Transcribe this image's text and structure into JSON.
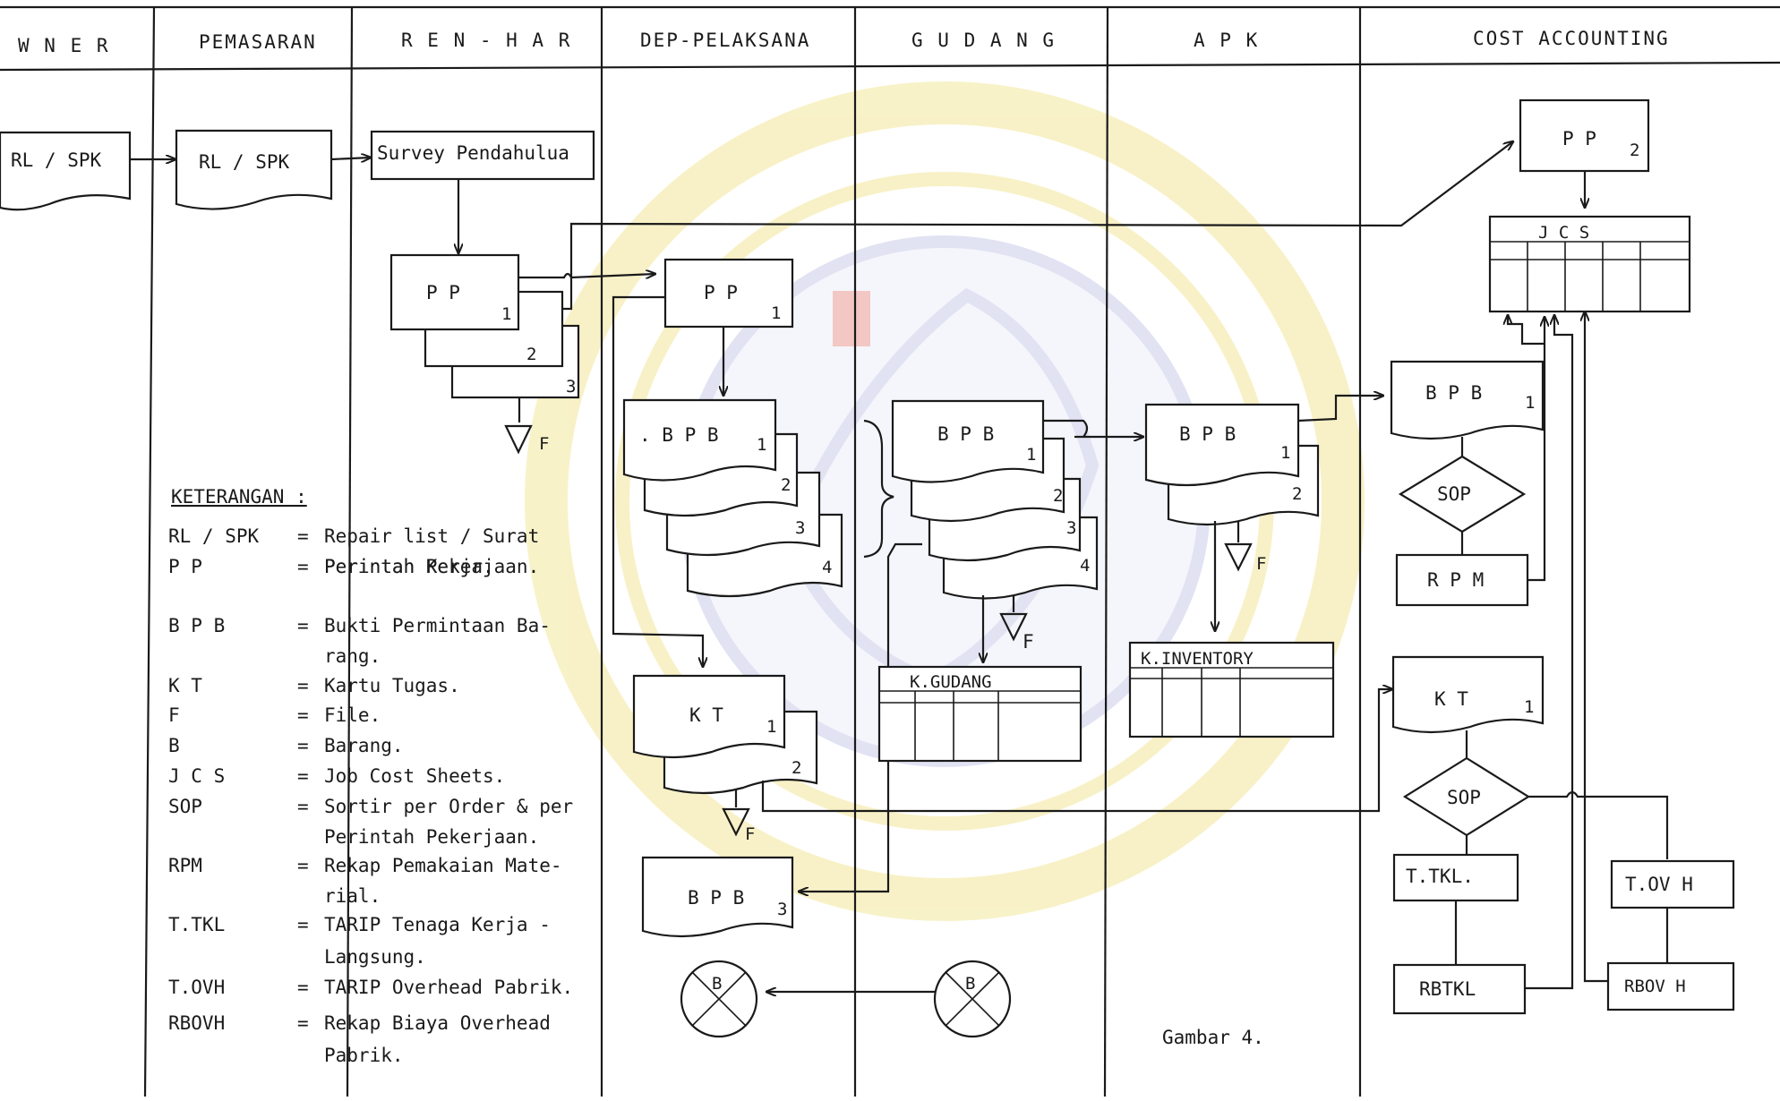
{
  "lanes": {
    "owner": "W N E R",
    "pemasaran": "PEMASARAN",
    "ren_har": "R E N - H A R",
    "dep_pelaksana": "DEP-PELAKSANA",
    "gudang": "G U D A N G",
    "apk": "A P K",
    "cost_accounting": "COST ACCOUNTING"
  },
  "nodes": {
    "owner_rl_spk": "RL / SPK",
    "pemasaran_rl_spk": "RL / SPK",
    "survey": "Survey Pendahulua",
    "renhar_pp": "P P",
    "renhar_pp_1": "1",
    "renhar_pp_2": "2",
    "renhar_pp_3": "3",
    "renhar_file": "F",
    "dep_pp": "P P",
    "dep_pp_1": "1",
    "dep_bpb": ". B P B",
    "dep_bpb_1": "1",
    "dep_bpb_2": "2",
    "dep_bpb_3": "3",
    "dep_bpb_4": "4",
    "dep_kt": "K T",
    "dep_kt_1": "1",
    "dep_kt_2": "2",
    "dep_file": "F",
    "dep_bpb3": "B P B",
    "dep_bpb3_n": "3",
    "dep_barang": "B",
    "gudang_bpb": "B P B",
    "gudang_bpb_1": "1",
    "gudang_bpb_2": "2",
    "gudang_bpb_3": "3",
    "gudang_bpb_4": "4",
    "gudang_file": "F",
    "gudang_kartu": "K.GUDANG",
    "gudang_barang": "B",
    "apk_bpb": "B P B",
    "apk_bpb_1": "1",
    "apk_bpb_2": "2",
    "apk_file": "F",
    "apk_kartu": "K.INVENTORY",
    "ca_pp": "P P",
    "ca_pp_2": "2",
    "ca_jcs": "J C S",
    "ca_bpb": "B P B",
    "ca_bpb_1": "1",
    "ca_sop1": "SOP",
    "ca_rpm": "R P M",
    "ca_kt": "K T",
    "ca_kt_1": "1",
    "ca_sop2": "SOP",
    "ca_ttkl": "T.TKL.",
    "ca_tovh": "T.OV H",
    "ca_rbtkl": "RBTKL",
    "ca_rbovh": "RBOV H"
  },
  "legend": {
    "title": "KETERANGAN :",
    "rows": [
      {
        "abbr": "RL / SPK",
        "eq": "=",
        "line1": "Repair list / Surat",
        "line2": "Perintah Kerja."
      },
      {
        "abbr": "P P",
        "eq": "=",
        "line1": "Perintah Pekerjaan.",
        "line2": ""
      },
      {
        "abbr": "B P B",
        "eq": "=",
        "line1": "Bukti Permintaan Ba-",
        "line2": "rang."
      },
      {
        "abbr": "K T",
        "eq": "=",
        "line1": "Kartu Tugas.",
        "line2": ""
      },
      {
        "abbr": "F",
        "eq": "=",
        "line1": "File.",
        "line2": ""
      },
      {
        "abbr": "B",
        "eq": "=",
        "line1": "Barang.",
        "line2": ""
      },
      {
        "abbr": "J C S",
        "eq": "=",
        "line1": "Job Cost Sheets.",
        "line2": ""
      },
      {
        "abbr": "SOP",
        "eq": "=",
        "line1": "Sortir per Order & per",
        "line2": "Perintah Pekerjaan."
      },
      {
        "abbr": "RPM",
        "eq": "=",
        "line1": "Rekap Pemakaian Mate-",
        "line2": "rial."
      },
      {
        "abbr": "T.TKL",
        "eq": "=",
        "line1": "TARIP Tenaga Kerja  -",
        "line2": "Langsung."
      },
      {
        "abbr": "T.OVH",
        "eq": "=",
        "line1": "TARIP Overhead Pabrik.",
        "line2": ""
      },
      {
        "abbr": "RBOVH",
        "eq": "=",
        "line1": "Rekap Biaya Overhead",
        "line2": "Pabrik."
      }
    ]
  },
  "caption": "Gambar 4.",
  "colors": {
    "ink": "#1a1a1a",
    "paper": "#ffffff",
    "watermark_ring": "#f3e79a",
    "watermark_seal": "#c9cdea",
    "watermark_accent": "#e8847c"
  }
}
